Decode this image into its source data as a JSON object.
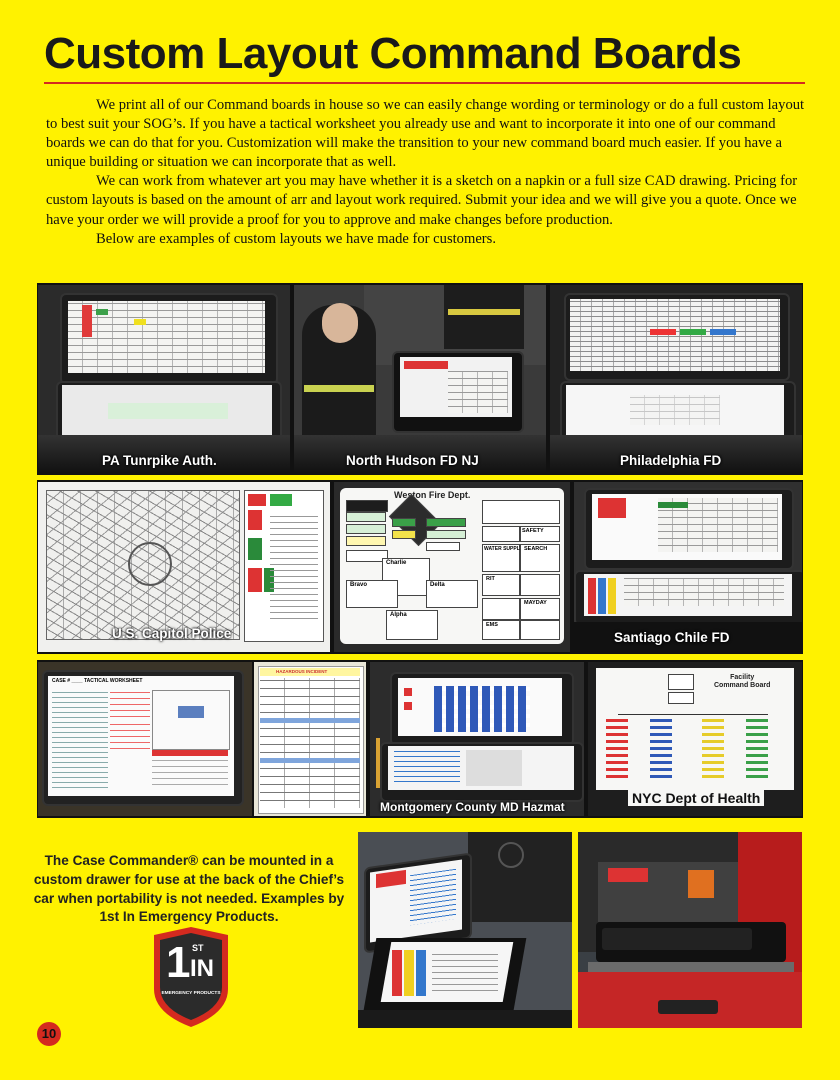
{
  "page": {
    "title": "Custom Layout Command Boards",
    "paragraphs": [
      "We print all of our Command boards in house so we can easily change wording or terminology or do a full custom layout to best suit your SOG’s.  If you have a tactical worksheet you already use and want to incorporate it into one of our command boards we can do that for you.  Customization will make the transition to your new command board much easier.  If you have a unique building or situation we can incorporate that as well.",
      "We can work from whatever art you may have whether it is a sketch on a napkin or a full size CAD drawing.  Pricing for custom layouts is based on the amount of arr and layout work required.  Submit your idea and we will give you a quote.  Once we have your order we will provide a proof for you to approve and make changes before production.",
      "Below are examples of custom layouts we have made for customers."
    ],
    "page_number": "10"
  },
  "photos": {
    "row1": [
      "PA Tunrpike Auth.",
      "North Hudson FD NJ",
      "Philadelphia FD"
    ],
    "row2": [
      "U.S. Capitol Police",
      "",
      "Santiago Chile FD"
    ],
    "row3": [
      "",
      "",
      "Montgomery County MD Hazmat",
      "NYC Dept of Health"
    ]
  },
  "board_text": {
    "weston": "Weston Fire Dept.",
    "charlie": "Charlie",
    "bravo": "Bravo",
    "delta": "Delta",
    "alpha": "Alpha",
    "water_supply": "WATER SUPPLY",
    "safety": "SAFETY",
    "search": "SEARCH",
    "rit": "RIT",
    "ems": "EMS",
    "mayday": "MAYDAY",
    "facility": "Facility",
    "command_board": "Command Board",
    "incident_checklist": "HAZARDOUS INCIDENT",
    "tactical": "CASE # ____ TACTICAL WORKSHEET"
  },
  "drawer": {
    "caption": "The Case Commander® can be mounted in a custom drawer for use at the back of the Chief’s car when portability is not needed. Examples by 1st In Emergency Products.",
    "logo_main": "1",
    "logo_sup": "ST",
    "logo_in": "IN",
    "logo_sub": "EMERGENCY PRODUCTS"
  },
  "colors": {
    "background": "#FFF200",
    "accent": "#D42A1F",
    "text": "#111111"
  }
}
